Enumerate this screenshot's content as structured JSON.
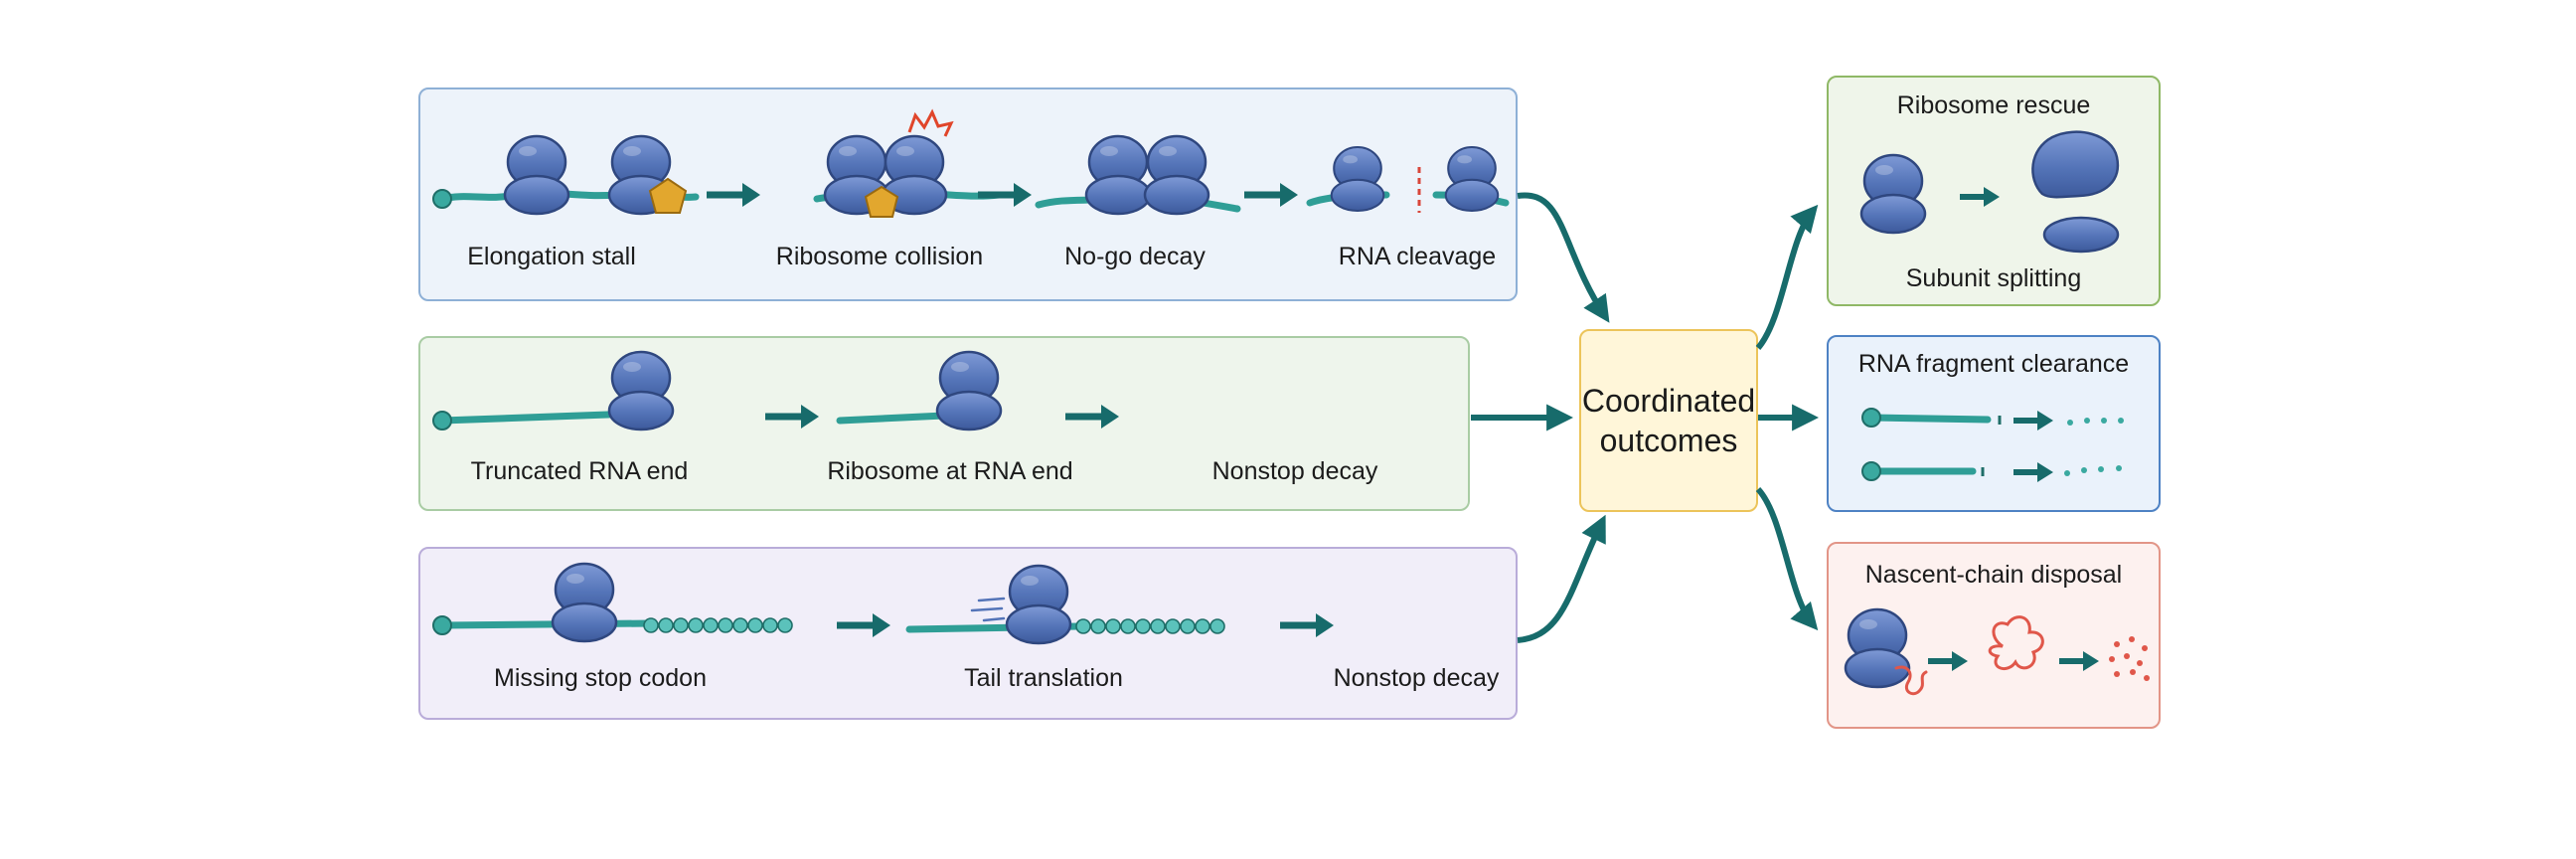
{
  "colors": {
    "ribosome": "#5474b8",
    "ribosome_dark": "#2f477f",
    "rna": "#2f9e96",
    "arrow": "#176b6b",
    "stall_marker": "#e2a72e",
    "collision_burst": "#e0452a",
    "cleavage_mark": "#d9463a",
    "peptide": "#e0574a"
  },
  "rows": [
    {
      "labels": [
        "Elongation stall",
        "Ribosome collision",
        "No-go decay",
        "RNA cleavage"
      ]
    },
    {
      "labels": [
        "Truncated RNA end",
        "Ribosome at RNA end",
        "Nonstop decay"
      ]
    },
    {
      "labels": [
        "Missing stop codon",
        "Tail translation",
        "Nonstop decay"
      ]
    }
  ],
  "hub": {
    "line1": "Coordinated",
    "line2": "outcomes"
  },
  "outcomes": [
    {
      "title": "Ribosome rescue",
      "caption": "Subunit splitting"
    },
    {
      "title": "RNA fragment clearance"
    },
    {
      "title": "Nascent-chain disposal"
    }
  ],
  "icons": [
    "ribosome-icon",
    "stall-marker-icon",
    "collision-burst-icon",
    "cleavage-mark-icon",
    "peptide-icon",
    "arrow-icon"
  ]
}
